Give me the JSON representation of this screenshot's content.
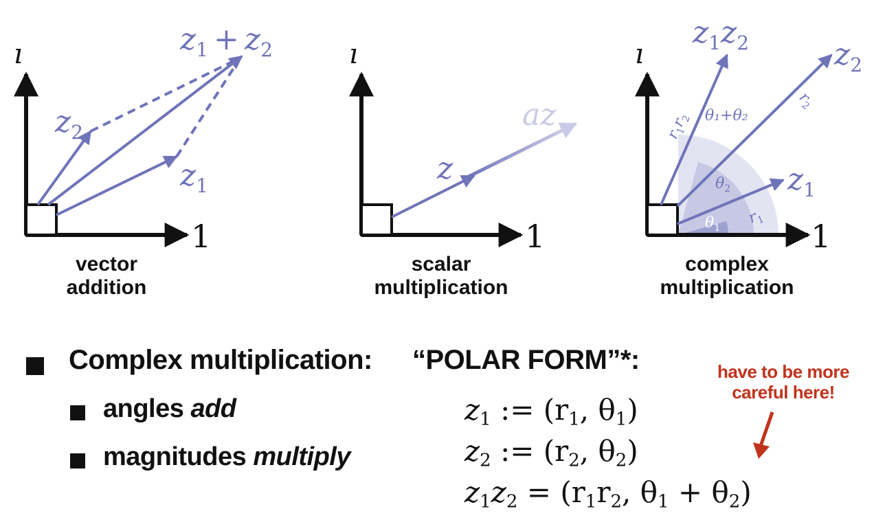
{
  "diagrams": {
    "vector_addition": {
      "axis_i": "ı",
      "axis_1": "1",
      "label_z1": "z",
      "label_z1_sub": "1",
      "label_z2": "z",
      "label_z2_sub": "2",
      "label_sum_a": "z",
      "label_sum_a_sub": "1",
      "label_sum_plus": "+",
      "label_sum_b": "z",
      "label_sum_b_sub": "2",
      "caption_line1": "vector",
      "caption_line2": "addition"
    },
    "scalar_multiplication": {
      "axis_i": "ı",
      "axis_1": "1",
      "label_z": "z",
      "label_az": "az",
      "caption_line1": "scalar",
      "caption_line2": "multiplication"
    },
    "complex_multiplication": {
      "axis_i": "ı",
      "axis_1": "1",
      "label_z1": "z",
      "label_z1_sub": "1",
      "label_z2": "z",
      "label_z2_sub": "2",
      "label_prod_a": "z",
      "label_prod_a_sub": "1",
      "label_prod_b": "z",
      "label_prod_b_sub": "2",
      "label_r1": "r",
      "label_r1_sub": "1",
      "label_r2": "r",
      "label_r2_sub": "2",
      "label_r1r2_a": "r",
      "label_r1r2_a_sub": "1",
      "label_r1r2_b": "r",
      "label_r1r2_b_sub": "2",
      "label_theta1": "θ",
      "label_theta1_sub": "1",
      "label_theta2": "θ",
      "label_theta2_sub": "2",
      "label_theta_sum": "θ₁+θ₂",
      "caption_line1": "complex",
      "caption_line2": "multiplication"
    }
  },
  "bullets": {
    "main": "Complex multiplication:",
    "sub1_text": "angles ",
    "sub1_emph": "add",
    "sub2_text": "magnitudes ",
    "sub2_emph": "multiply"
  },
  "polar": {
    "heading": "“POLAR FORM”*:",
    "eq1_lhs": "z",
    "eq1_lhs_sub": "1",
    "eq1_op": ":=",
    "eq1_rhs_open": "(r",
    "eq1_rhs_sub_r": "1",
    "eq1_rhs_mid": ", θ",
    "eq1_rhs_sub_t": "1",
    "eq1_rhs_close": ")",
    "eq2_lhs": "z",
    "eq2_lhs_sub": "2",
    "eq2_op": ":=",
    "eq2_rhs_open": "(r",
    "eq2_rhs_sub_r": "2",
    "eq2_rhs_mid": ", θ",
    "eq2_rhs_sub_t": "2",
    "eq2_rhs_close": ")",
    "eq3_lhs_a": "z",
    "eq3_lhs_a_sub": "1",
    "eq3_lhs_b": "z",
    "eq3_lhs_b_sub": "2",
    "eq3_op": "=",
    "eq3_rhs_open": "(r",
    "eq3_rhs_sub_r1": "1",
    "eq3_rhs_r2": "r",
    "eq3_rhs_sub_r2": "2",
    "eq3_rhs_mid": ", θ",
    "eq3_rhs_sub_t1": "1",
    "eq3_rhs_plus": " + θ",
    "eq3_rhs_sub_t2": "2",
    "eq3_rhs_close": ")"
  },
  "note": {
    "line1": "have to be more",
    "line2": "careful here!"
  },
  "colors": {
    "vector": "#6f74b8",
    "vector_faded": "#c9cbe6",
    "axis": "#111111",
    "arc_outer": "#e3e4f2",
    "arc_mid": "#c6c8e4",
    "arc_inner": "#9da1d0",
    "note_red": "#c0341d"
  }
}
